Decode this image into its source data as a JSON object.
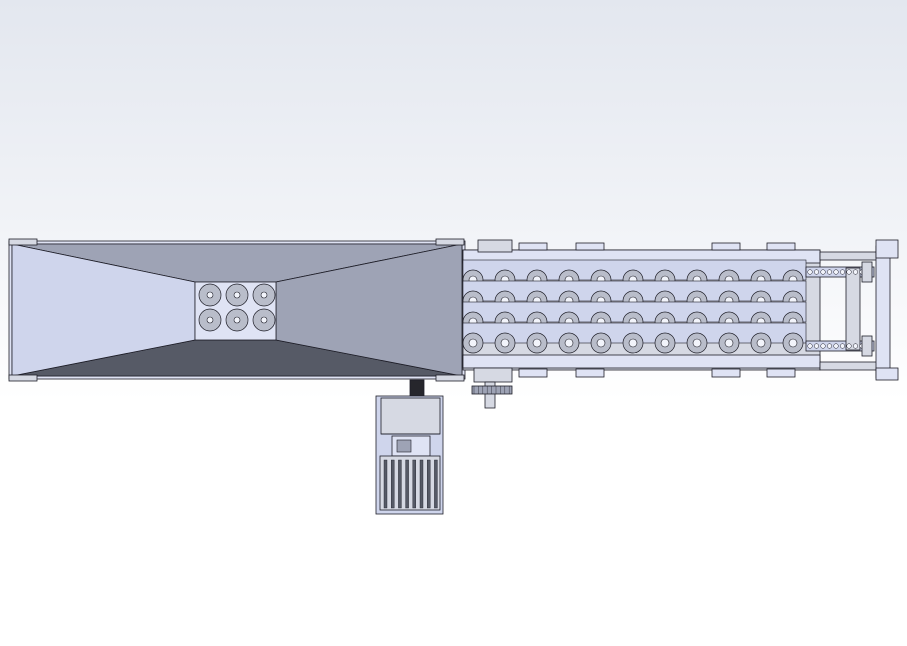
{
  "scene": {
    "background_top": "#e3e7ef",
    "background_bottom": "#ffffff",
    "colors": {
      "outline": "#1e1e28",
      "face_light": "#cfd5ec",
      "face_mid": "#9ea3b5",
      "face_dark": "#565a66",
      "face_pale": "#dfe3f4",
      "roller": "#b9bdca",
      "roller_core": "#f2f4fb",
      "steel": "#d6d9e3",
      "black_part": "#26262c"
    },
    "components": {
      "hopper": "hopper",
      "conveyor": "roller-conveyor",
      "motor": "gear-motor",
      "drive_end": "chain-drive"
    },
    "conveyor_layout": {
      "rows": 4,
      "columns": 11
    },
    "hopper_throat_layout": {
      "rows": 2,
      "columns": 3
    }
  }
}
